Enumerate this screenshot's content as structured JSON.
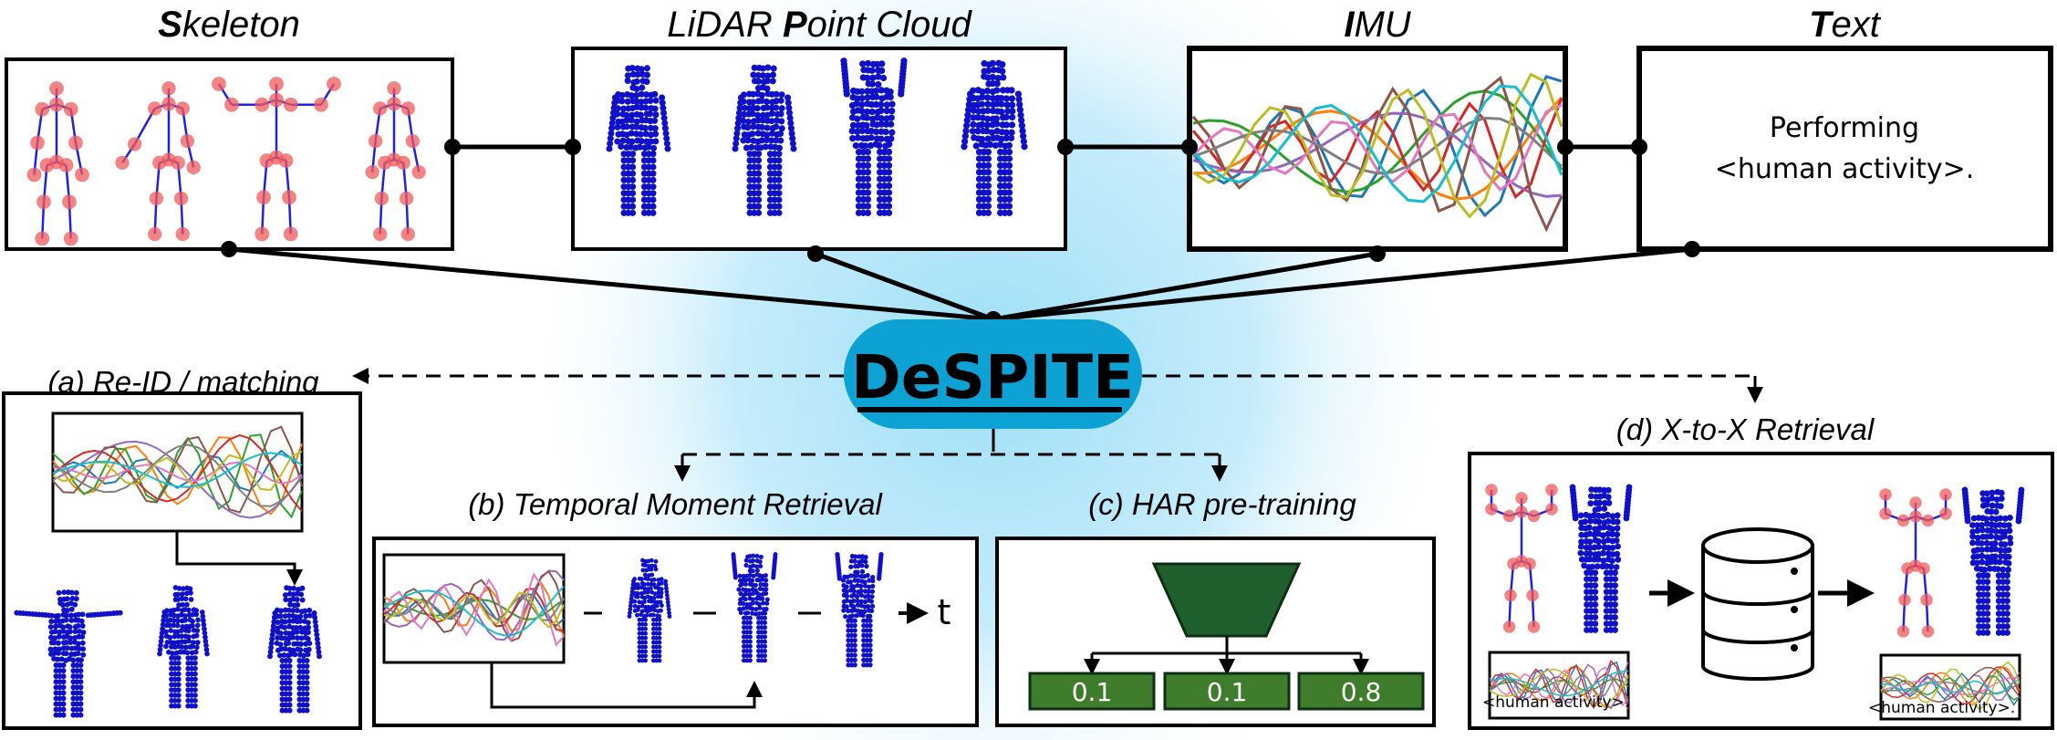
{
  "modalities": {
    "skeleton": {
      "first": "S",
      "rest": "keleton"
    },
    "lidar": {
      "pre": "LiDAR ",
      "first": "P",
      "rest": "oint Cloud"
    },
    "imu": {
      "first": "I",
      "rest": "MU"
    },
    "text": {
      "first": "T",
      "rest": "ext"
    }
  },
  "text_box": {
    "line1": "Performing",
    "line2": "<human activity>."
  },
  "model_name": "DeSPITE",
  "tasks": {
    "a": "(a) Re-ID / matching",
    "b": "(b) Temporal Moment Retrieval",
    "c": "(c) HAR pre-training",
    "d": "(d) X-to-X Retrieval"
  },
  "time_label": "t",
  "har_scores": [
    "0.1",
    "0.1",
    "0.8"
  ],
  "retrieval": {
    "query_text": "<human activity>.",
    "result_text": "<human activity>."
  },
  "colors": {
    "pill": "#0ea1d4",
    "glow": "#9edff7",
    "har_green": "#3e7d2c",
    "trap_green": "#1f5f2d",
    "skeleton_joint": "#f05a5a",
    "skeleton_bone": "#2020e0",
    "cloud": "#1010c8"
  }
}
